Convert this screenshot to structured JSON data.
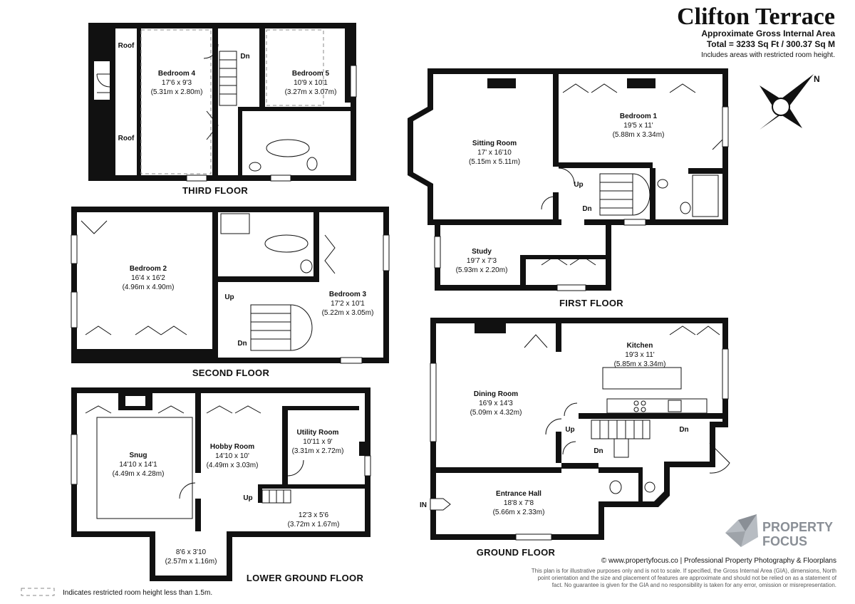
{
  "header": {
    "title": "Clifton Terrace",
    "subtitle": "Approximate Gross Internal Area",
    "total": "Total = 3233 Sq Ft / 300.37 Sq M",
    "note": "Includes areas with restricted room height."
  },
  "compass": {
    "label": "N"
  },
  "floors": {
    "third": "THIRD FLOOR",
    "second": "SECOND FLOOR",
    "first": "FIRST FLOOR",
    "ground": "GROUND FLOOR",
    "lower": "LOWER GROUND FLOOR"
  },
  "rooms": {
    "bedroom4": {
      "name": "Bedroom 4",
      "dim1": "17'6 x 9'3",
      "dim2": "(5.31m x 2.80m)"
    },
    "bedroom5": {
      "name": "Bedroom 5",
      "dim1": "10'9 x 10'1",
      "dim2": "(3.27m x 3.07m)"
    },
    "roof_a": "Roof",
    "roof_b": "Roof",
    "bedroom2": {
      "name": "Bedroom 2",
      "dim1": "16'4 x 16'2",
      "dim2": "(4.96m x 4.90m)"
    },
    "bedroom3": {
      "name": "Bedroom 3",
      "dim1": "17'2 x 10'1",
      "dim2": "(5.22m x 3.05m)"
    },
    "sitting": {
      "name": "Sitting Room",
      "dim1": "17' x 16'10",
      "dim2": "(5.15m x 5.11m)"
    },
    "bedroom1": {
      "name": "Bedroom 1",
      "dim1": "19'5 x 11'",
      "dim2": "(5.88m x 3.34m)"
    },
    "study": {
      "name": "Study",
      "dim1": "19'7 x 7'3",
      "dim2": "(5.93m x 2.20m)"
    },
    "dining": {
      "name": "Dining Room",
      "dim1": "16'9 x 14'3",
      "dim2": "(5.09m x 4.32m)"
    },
    "kitchen": {
      "name": "Kitchen",
      "dim1": "19'3 x 11'",
      "dim2": "(5.85m x 3.34m)"
    },
    "entrance": {
      "name": "Entrance Hall",
      "dim1": "18'8 x 7'8",
      "dim2": "(5.66m x 2.33m)"
    },
    "snug": {
      "name": "Snug",
      "dim1": "14'10 x 14'1",
      "dim2": "(4.49m x 4.28m)"
    },
    "hobby": {
      "name": "Hobby Room",
      "dim1": "14'10 x 10'",
      "dim2": "(4.49m x 3.03m)"
    },
    "utility": {
      "name": "Utility Room",
      "dim1": "10'11 x 9'",
      "dim2": "(3.31m x 2.72m)"
    },
    "store": {
      "dim1": "12'3 x 5'6",
      "dim2": "(3.72m x 1.67m)"
    },
    "cellar": {
      "dim1": "8'6 x 3'10",
      "dim2": "(2.57m x 1.16m)"
    }
  },
  "stairs": {
    "dn_third": "Dn",
    "up_second": "Up",
    "dn_second": "Dn",
    "up_first": "Up",
    "dn_first": "Dn",
    "up_ground": "Up",
    "dn_ground_a": "Dn",
    "dn_ground_b": "Dn",
    "up_lower": "Up",
    "entry": "IN"
  },
  "legend": {
    "text": "Indicates restricted room height less than 1.5m."
  },
  "brand": {
    "name_line1": "PROPERTY",
    "name_line2": "FOCUS",
    "website": "© www.propertyfocus.co | Professional Property Photography & Floorplans",
    "disclaimer1": "This plan is for illustrative purposes only and is not to scale. If specified, the Gross Internal Area (GIA), dimensions, North",
    "disclaimer2": "point orientation and the size and placement of features are approximate and should not be relied on as a statement of",
    "disclaimer3": "fact. No guarantee is given for the GIA and no responsibility is taken for any error, omission or misrepresentation."
  }
}
